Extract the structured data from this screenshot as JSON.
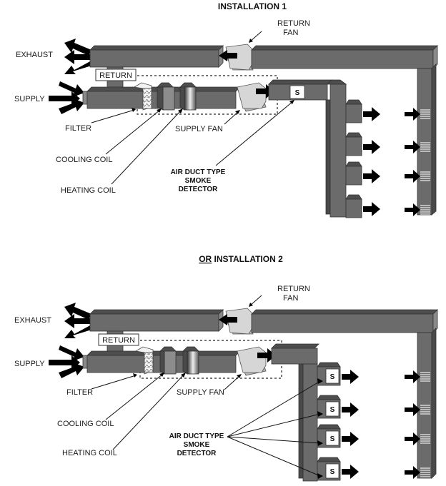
{
  "diagram": {
    "installation1": {
      "title": "INSTALLATION 1",
      "labels": {
        "exhaust": "EXHAUST",
        "supply": "SUPPLY",
        "return_box": "RETURN",
        "return_fan_line1": "RETURN",
        "return_fan_line2": "FAN",
        "filter": "FILTER",
        "cooling_coil": "COOLING COIL",
        "heating_coil": "HEATING COIL",
        "supply_fan": "SUPPLY FAN",
        "detector_line1": "AIR DUCT TYPE",
        "detector_line2": "SMOKE",
        "detector_line3": "DETECTOR",
        "detector_symbol": "S"
      },
      "supply_outlets": 4,
      "return_grilles": 4,
      "smoke_detectors": 1
    },
    "installation2": {
      "title_prefix": "OR",
      "title_rest": " INSTALLATION 2",
      "labels": {
        "exhaust": "EXHAUST",
        "supply": "SUPPLY",
        "return_box": "RETURN",
        "return_fan_line1": "RETURN",
        "return_fan_line2": "FAN",
        "filter": "FILTER",
        "cooling_coil": "COOLING COIL",
        "heating_coil": "HEATING COIL",
        "supply_fan": "SUPPLY FAN",
        "detector_line1": "AIR DUCT TYPE",
        "detector_line2": "SMOKE",
        "detector_line3": "DETECTOR",
        "detector_symbol": "S"
      },
      "supply_outlets": 4,
      "return_grilles": 4,
      "smoke_detectors": 4
    },
    "colors": {
      "duct": "#6b6b6b",
      "duct_top": "#4e4e4e",
      "fan": "#d6d6d6",
      "arrow": "#000000",
      "background": "#ffffff"
    }
  }
}
